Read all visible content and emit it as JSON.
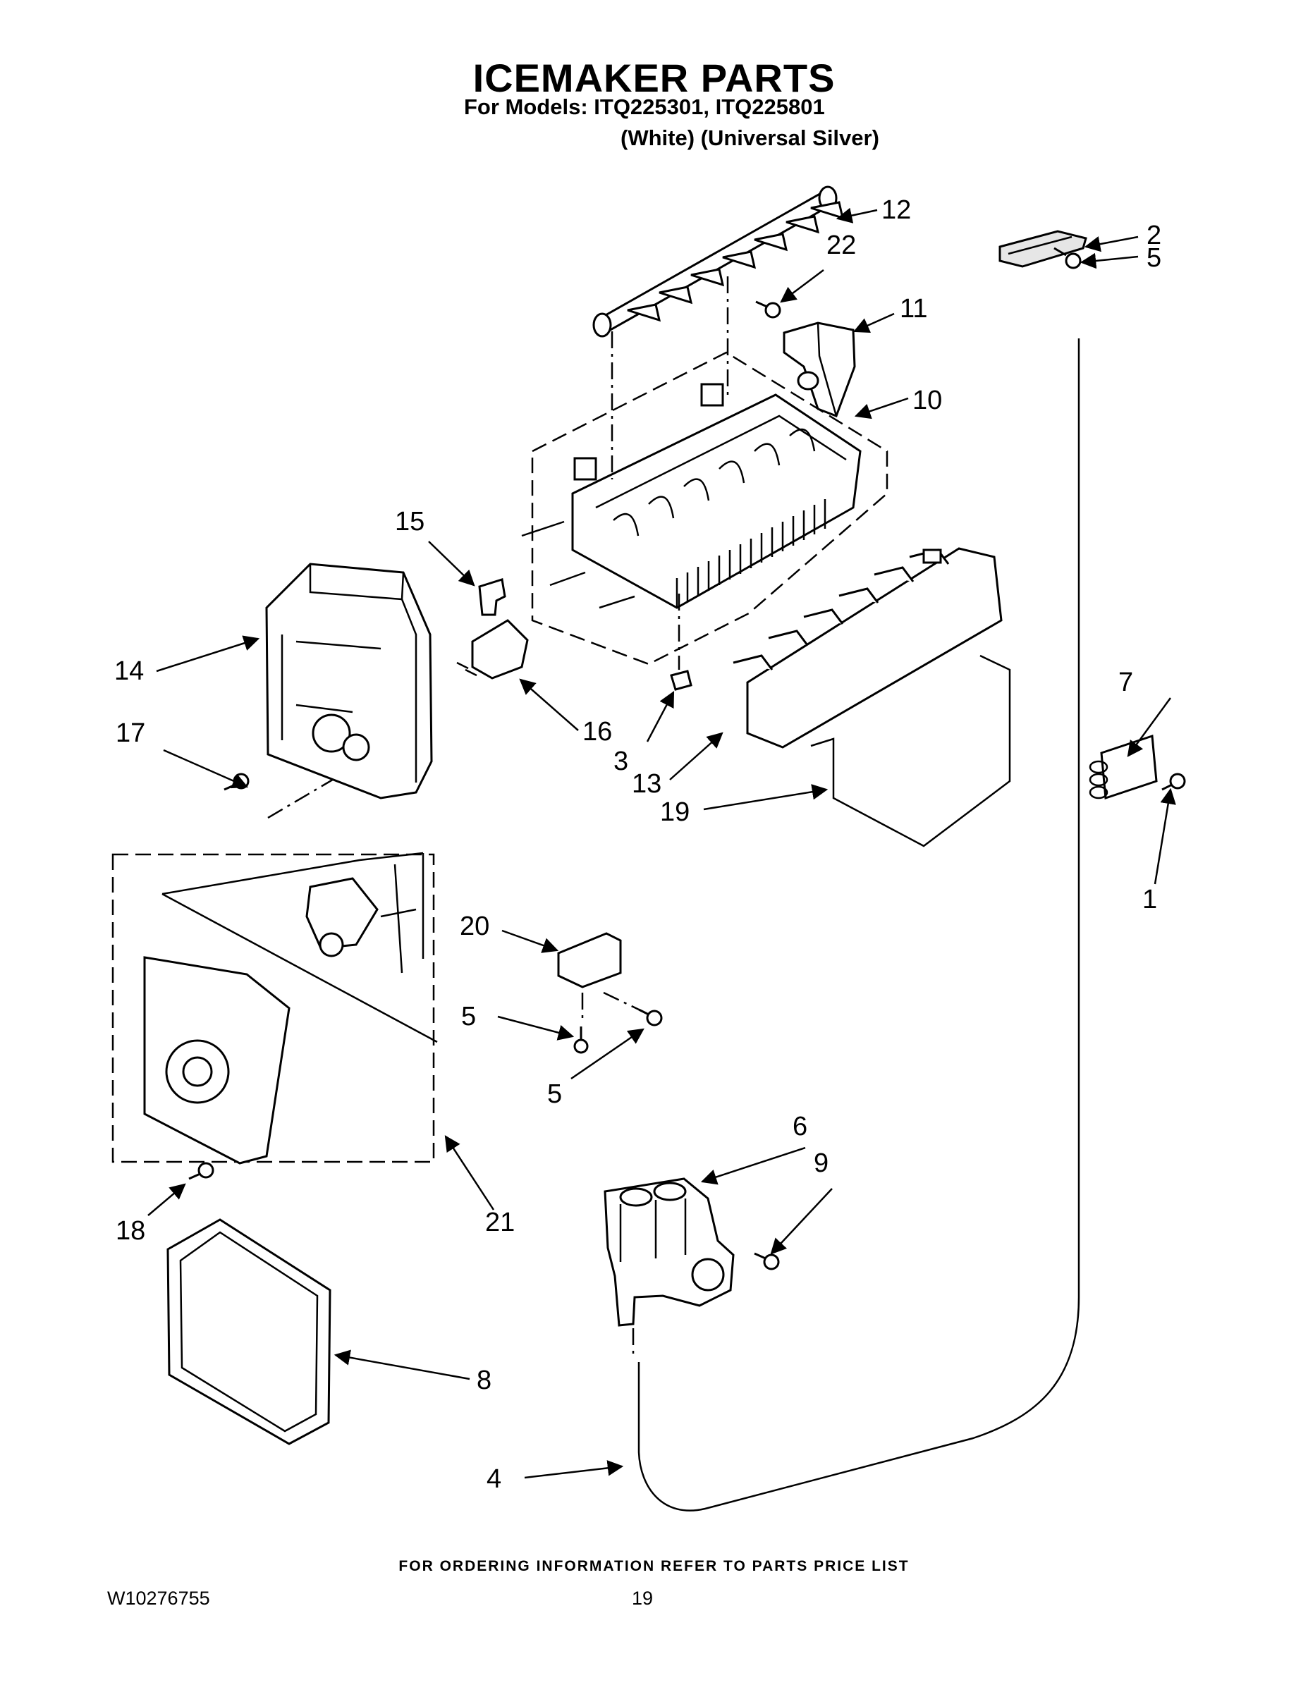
{
  "header": {
    "title": "ICEMAKER PARTS",
    "models_line": "For Models: ITQ225301, ITQ225801",
    "colors_line": "(White) (Universal Silver)"
  },
  "callouts": {
    "c1": "1",
    "c2": "2",
    "c3": "3",
    "c4": "4",
    "c5a": "5",
    "c5b": "5",
    "c5c": "5",
    "c6": "6",
    "c7": "7",
    "c8": "8",
    "c9": "9",
    "c10": "10",
    "c11": "11",
    "c12": "12",
    "c13": "13",
    "c14": "14",
    "c15": "15",
    "c16": "16",
    "c17": "17",
    "c18": "18",
    "c19": "19",
    "c20": "20",
    "c21": "21",
    "c22": "22"
  },
  "footer": {
    "ordering_note": "FOR ORDERING INFORMATION REFER TO PARTS PRICE LIST",
    "document_number": "W10276755",
    "page_number": "19"
  }
}
